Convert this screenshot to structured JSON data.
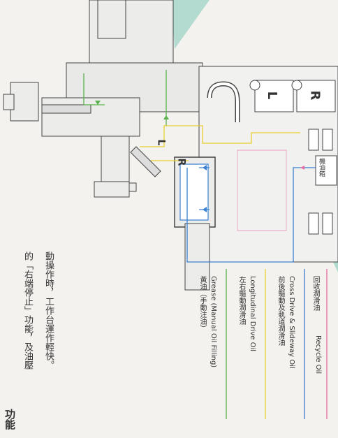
{
  "heading": "功能",
  "intro_line1": "的「右端停止」功能，及油壓",
  "intro_line2": "動操作時，工作台運作輕快。",
  "legend": [
    {
      "zh": "黃油（手動注油）",
      "en": "Grease (Manual Oil Filling)",
      "color": "#58b24c"
    },
    {
      "zh": "左右驅動潤滑油",
      "en": "Longitudinal Drive Oil",
      "color": "#e8d030"
    },
    {
      "zh": "前後驅動及軌道潤滑油",
      "en": "Cross Drive & Slideway Oil",
      "color": "#3a7fd0"
    },
    {
      "zh": "回收潤滑油",
      "en": "Recycle Oil",
      "color": "#e36aa0"
    }
  ],
  "labels": {
    "L_box": "L",
    "R_box": "R",
    "L_small": "L",
    "R_small": "R",
    "tank": "機油箱"
  },
  "colors": {
    "machine_line": "#444444",
    "accent_green": "#58b24c",
    "accent_yellow": "#e8d030",
    "accent_blue": "#3a7fd0",
    "accent_pink": "#e36aa0",
    "teal_band": "#7fc9b8"
  }
}
